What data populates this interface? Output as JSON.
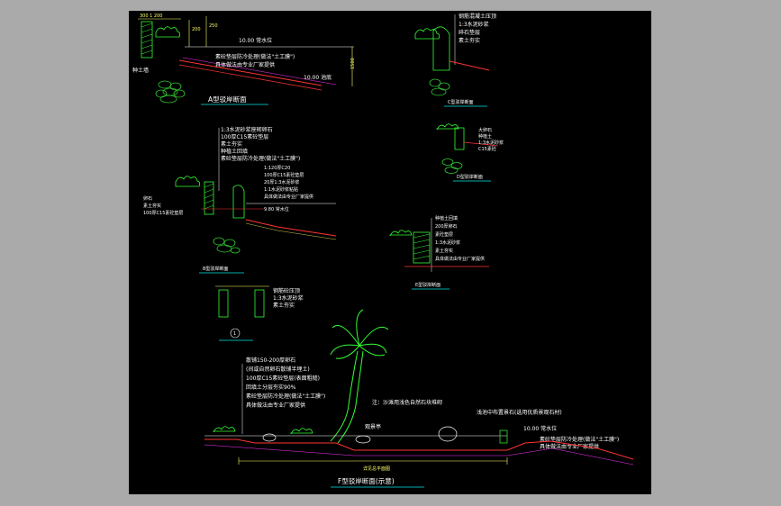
{
  "canvas": {
    "background": "#000000",
    "frame": "#aaaaaa"
  },
  "colors": {
    "line": "#ffffff",
    "dim": "#ffff66",
    "red": "#ff3333",
    "green": "#33ff33",
    "cyan": "#00e5e5",
    "magenta": "#ff33ff",
    "stone": "#33cc33"
  },
  "sectionA": {
    "title": "A型驳岸断面",
    "dim_top": "300 1 200",
    "dim_vert": "200",
    "dim_vert2": "250",
    "dim_side": "1500",
    "level_top": "10.00 常水位",
    "note1": "素砼垫层防冷处理(做法\"土工膜\")",
    "note2": "具体做法由专业厂家提供",
    "level_bottom": "10.00 池底",
    "label_left": "种土墙"
  },
  "sectionB": {
    "title": "B型驳岸断面",
    "notes": [
      "1:3水泥砂浆座砌卵石",
      "100厚C15素砼垫层",
      "素土夯实",
      "种植土回填",
      "素砼垫层防冷处理(做法\"土工膜\")"
    ]
  },
  "sectionC": {
    "title": "C型驳岸断面",
    "notes": [
      "钢筋混凝土压顶",
      "1:3水泥砂浆",
      "碎石垫层",
      "素土夯实"
    ]
  },
  "sectionD": {
    "title": "D型驳岸断面",
    "notes": [
      "1:120厚C20",
      "100厚C15素砼垫层",
      "20厚1:3水泥砂浆",
      "1:1水泥砂浆粘贴",
      "卵石",
      "素土夯实",
      "100厚C15素砼垫层",
      "具体做法由专业厂家提供"
    ],
    "side_notes": [
      "大卵石",
      "种植土",
      "1:3水泥砂浆",
      "C15素砼"
    ],
    "level": "9.80 常水位"
  },
  "sectionE": {
    "title": "E型驳岸断面",
    "notes": [
      "种植土回填",
      "200厚卵石",
      "素砼垫层",
      "1:3水泥砂浆",
      "素土夯实",
      "具体做法由专业厂家提供"
    ]
  },
  "detail1": {
    "marker": "1",
    "notes": [
      "钢筋砼压顶",
      "1:3水泥砂浆",
      "素土夯实"
    ]
  },
  "sectionF": {
    "title": "F型驳岸断面(示意)",
    "notes": [
      "散铺150-200厚卵石",
      "(间或自然卵石散铺半埋土)",
      "100厚C15素砼垫层(表面粗糙)",
      "回填土分层夯实90%",
      "素砼垫层防冷处理(做法\"土工膜\")",
      "具体做法由专业厂家提供"
    ],
    "note_mid": "注：沙滩用浅色自然石块堆砌",
    "note_tree": "观景亭",
    "note_right": "浅池中布置景石(选用优质景观石材)",
    "level": "10.00 常水位",
    "note_right2": "素砼垫层防冷处理(做法\"土工膜\")",
    "note_right3": "具体做法由专业厂家提供",
    "dim_bottom": "详见总平面图"
  }
}
